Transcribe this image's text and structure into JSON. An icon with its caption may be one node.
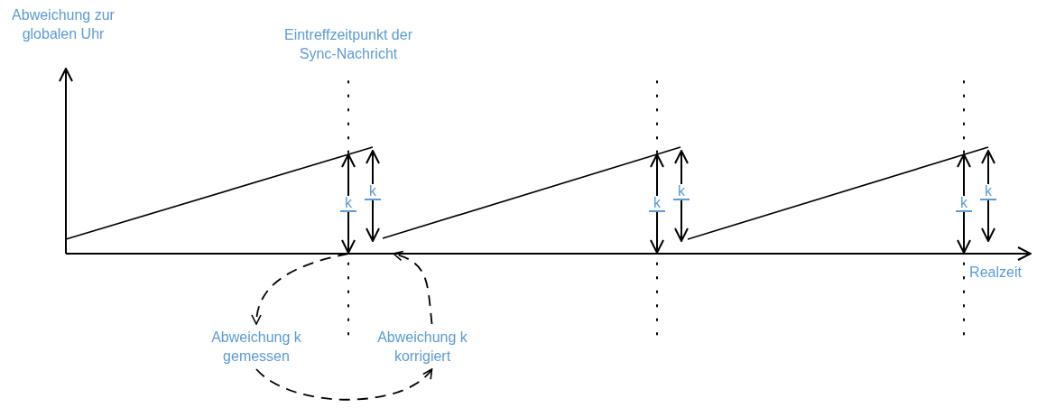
{
  "diagram": {
    "nodes": [
      {
        "text": [
          "Abweichung k gemessen"
        ]
      },
      {
        "text": [
          "Abweichung k korrigiert"
        ]
      },
      {
        "text": [],
        "shape": "line",
        "beside": [
          "Realzeit"
        ]
      }
    ],
    "edges": [
      {
        "from": 2,
        "to": 0,
        "arrow": "to",
        "style": "dashed"
      },
      {
        "from": 0,
        "to": 1,
        "arrow": "to",
        "style": "dashed"
      },
      {
        "from": 1,
        "to": 2,
        "arrow": "to",
        "style": "dashed"
      }
    ],
    "labels": [
      "Abweichung zur globalen Uhr",
      "Eintreffzeitpunkt der Sync-Nachricht",
      "k",
      "k",
      "k",
      "k",
      "k",
      "k"
    ]
  }
}
